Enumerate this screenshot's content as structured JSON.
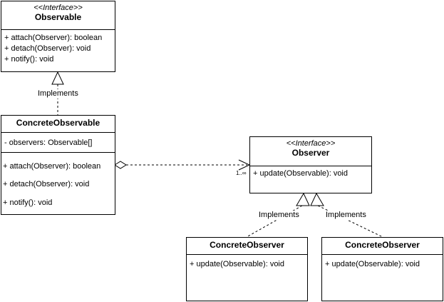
{
  "observable": {
    "stereotype": "<<Interface>>",
    "name": "Observable",
    "methods": [
      "+ attach(Observer): boolean",
      "+ detach(Observer): void",
      "+ notify(): void"
    ]
  },
  "concrete_observable": {
    "name": "ConcreteObservable",
    "attributes": [
      "- observers: Observable[]"
    ],
    "methods": [
      "+ attach(Observer): boolean",
      "+ detach(Observer): void",
      "+ notify(): void"
    ]
  },
  "observer": {
    "stereotype": "<<Interface>>",
    "name": "Observer",
    "methods": [
      "+ update(Observable): void"
    ]
  },
  "concrete_observer_1": {
    "name": "ConcreteObserver",
    "methods": [
      "+ update(Observable): void"
    ]
  },
  "concrete_observer_2": {
    "name": "ConcreteObserver",
    "methods": [
      "+ update(Observable): void"
    ]
  },
  "relations": {
    "implements_label": "Implements",
    "multiplicity": "1..∞"
  }
}
